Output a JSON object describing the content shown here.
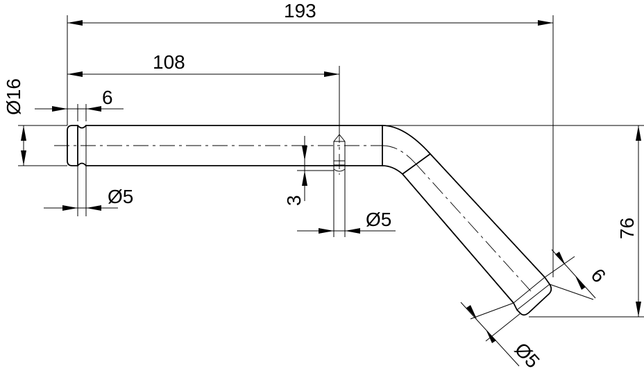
{
  "dimensions": {
    "overall_length": "193",
    "hole_position": "108",
    "tube_diameter": "Ø16",
    "groove_width_left": "6",
    "groove_diameter_left": "Ø5",
    "hole_offset": "3",
    "hole_diameter": "Ø5",
    "height": "76",
    "groove_width_right": "6",
    "groove_diameter_right": "Ø5"
  }
}
